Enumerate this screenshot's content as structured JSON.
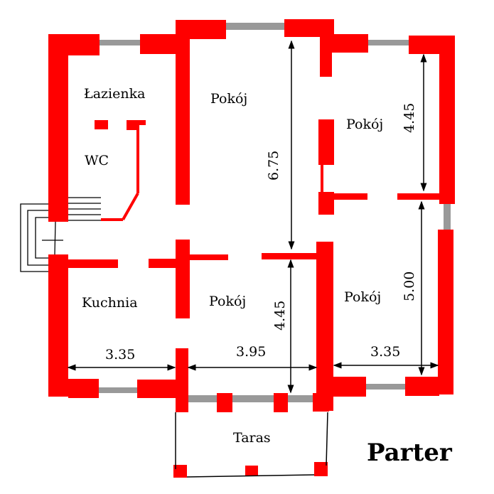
{
  "title": "Parter",
  "rooms": {
    "bathroom": "Łazienka",
    "wc": "WC",
    "room_top_middle": "Pokój",
    "room_top_right": "Pokój",
    "kitchen": "Kuchnia",
    "room_bottom_middle": "Pokój",
    "room_bottom_right": "Pokój",
    "terrace": "Taras"
  },
  "dimensions": {
    "top_middle_height": "6.75",
    "bottom_middle_height": "4.45",
    "top_right_height": "4.45",
    "bottom_right_height": "5.00",
    "kitchen_width": "3.35",
    "middle_width": "3.95",
    "right_width": "3.35"
  },
  "colors": {
    "wall": "#ff0000",
    "window": "#999999",
    "line": "#000000"
  }
}
